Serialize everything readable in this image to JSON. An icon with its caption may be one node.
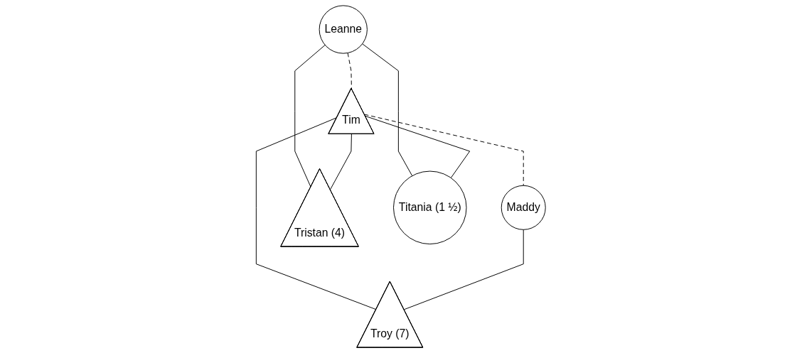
{
  "diagram": {
    "nodes": [
      {
        "text": [
          "Leanne"
        ]
      },
      {
        "text": [
          "Tim"
        ]
      },
      {
        "text": [
          "Maddy"
        ]
      },
      {
        "text": [
          "Tristan (4)"
        ]
      },
      {
        "text": [
          "Titania (1 ½)"
        ]
      },
      {
        "text": [
          "Troy (7)"
        ]
      }
    ],
    "edges": [
      {
        "from": 0,
        "to": 1,
        "arrow": "none",
        "style": "dashed"
      },
      {
        "from": 1,
        "to": 2,
        "arrow": "none",
        "style": "dashed"
      },
      {
        "from": 0,
        "to": 3,
        "arrow": "none"
      },
      {
        "from": 1,
        "to": 3,
        "arrow": "none"
      },
      {
        "from": 0,
        "to": 4,
        "arrow": "none"
      },
      {
        "from": 1,
        "to": 4,
        "arrow": "none"
      },
      {
        "from": 1,
        "to": 5,
        "arrow": "none"
      },
      {
        "from": 2,
        "to": 5,
        "arrow": "none"
      }
    ]
  }
}
